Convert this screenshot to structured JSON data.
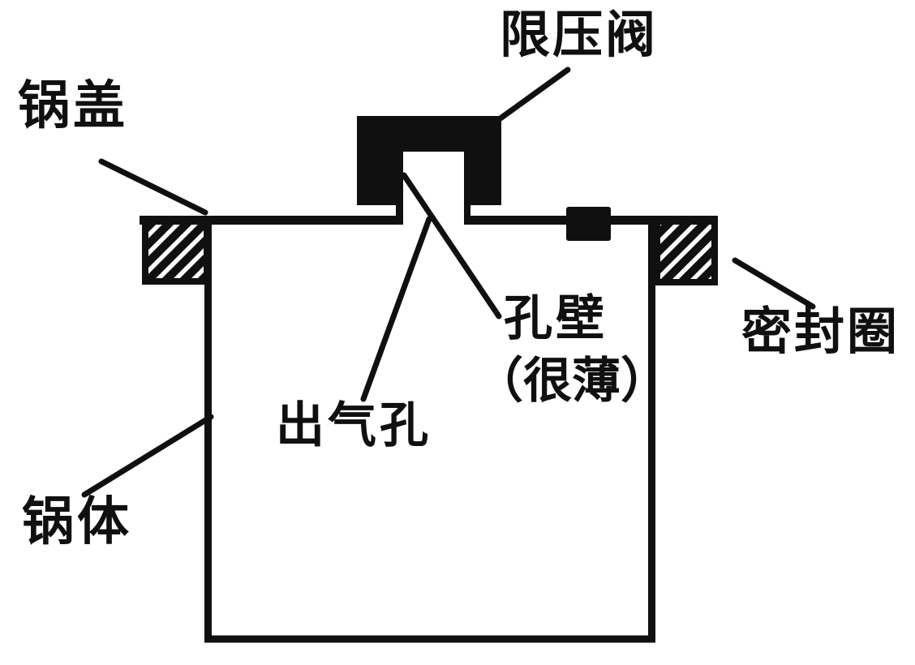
{
  "figure": {
    "background_color": "#ffffff",
    "ink_color": "#101010"
  },
  "labels": {
    "valve": "限压阀",
    "lid": "锅盖",
    "seal_ring": "密封圈",
    "hole_wall_line1": "孔壁",
    "hole_wall_line2": "（很薄）",
    "vent_hole": "出气孔",
    "body": "锅体"
  }
}
